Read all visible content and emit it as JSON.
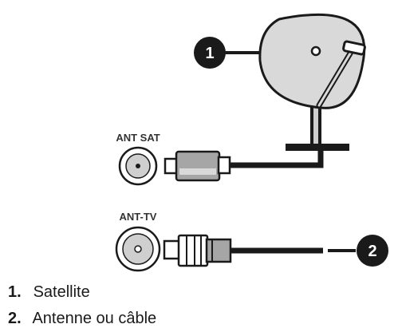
{
  "ports": {
    "sat_label": "ANT SAT",
    "tv_label": "ANT-TV"
  },
  "callouts": {
    "satellite": "1",
    "antenna": "2"
  },
  "legend": [
    {
      "number": "1.",
      "text": "Satellite"
    },
    {
      "number": "2.",
      "text": "Antenne ou câble"
    }
  ],
  "colors": {
    "line": "#1a1a1a",
    "dish_fill": "#d9d9d9",
    "connector_fill": "#a6a6a6",
    "port_fill": "#cfcfcf",
    "callout_fill": "#1a1a1a"
  }
}
